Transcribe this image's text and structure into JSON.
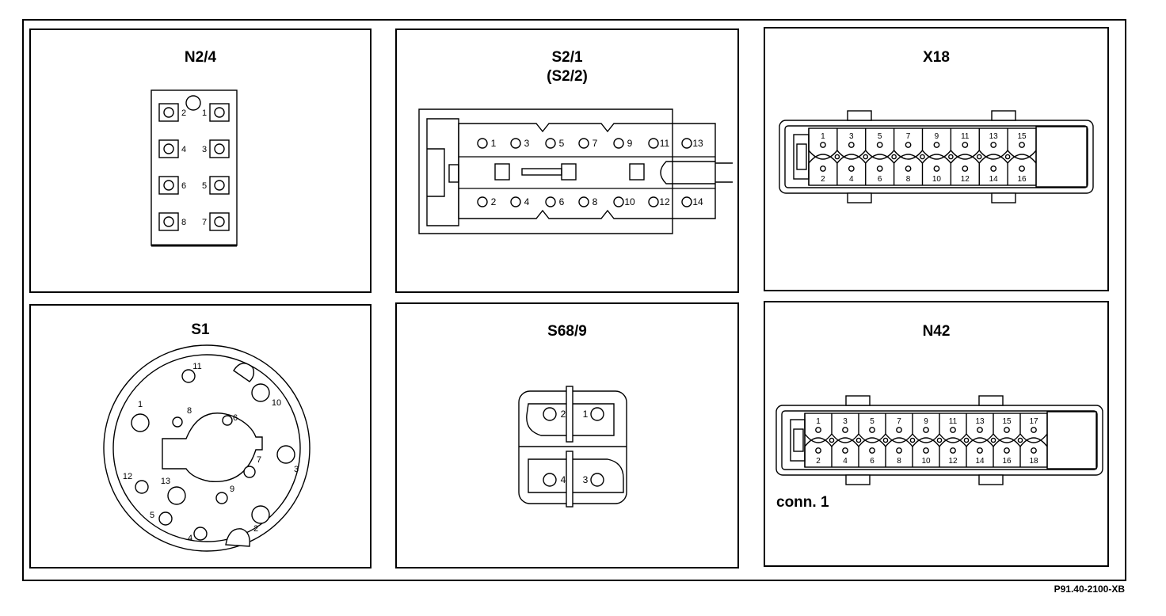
{
  "panels": {
    "n2_4": {
      "title": "N2/4",
      "pins_left": [
        "2",
        "4",
        "6",
        "8"
      ],
      "pins_right": [
        "1",
        "3",
        "5",
        "7"
      ]
    },
    "s2_1": {
      "title": "S2/1",
      "subtitle": "(S2/2)",
      "pins_top": [
        "1",
        "3",
        "5",
        "7",
        "9",
        "11",
        "13"
      ],
      "pins_bottom": [
        "2",
        "4",
        "6",
        "8",
        "10",
        "12",
        "14"
      ]
    },
    "x18": {
      "title": "X18",
      "pins_top": [
        "1",
        "3",
        "5",
        "7",
        "9",
        "11",
        "13",
        "15"
      ],
      "pins_bottom": [
        "2",
        "4",
        "6",
        "8",
        "10",
        "12",
        "14",
        "16"
      ]
    },
    "s1": {
      "title": "S1",
      "pins": [
        "1",
        "2",
        "3",
        "4",
        "5",
        "6",
        "7",
        "8",
        "9",
        "10",
        "11",
        "12",
        "13"
      ]
    },
    "s68_9": {
      "title": "S68/9",
      "pins": [
        "1",
        "2",
        "3",
        "4"
      ]
    },
    "n42": {
      "title": "N42",
      "note": "conn. 1",
      "pins_top": [
        "1",
        "3",
        "5",
        "7",
        "9",
        "11",
        "13",
        "15",
        "17"
      ],
      "pins_bottom": [
        "2",
        "4",
        "6",
        "8",
        "10",
        "12",
        "14",
        "16",
        "18"
      ]
    }
  },
  "reference_code": "P91.40-2100-XB"
}
